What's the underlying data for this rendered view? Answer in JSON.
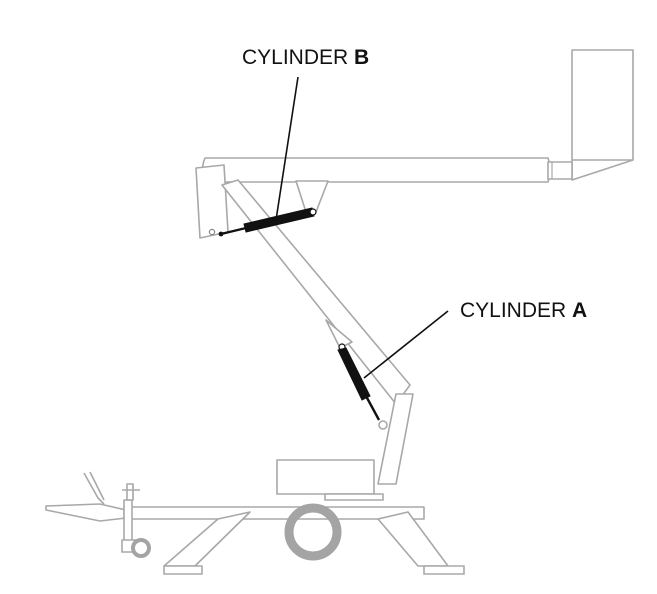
{
  "callouts": {
    "cylinder_b": {
      "prefix": "CYLINDER ",
      "letter": "B"
    },
    "cylinder_a": {
      "prefix": "CYLINDER ",
      "letter": "A"
    }
  },
  "colors": {
    "outline": "#a8a8a8",
    "cylinder": "#111111",
    "wheel": "#a4a4a4",
    "background": "#ffffff"
  }
}
